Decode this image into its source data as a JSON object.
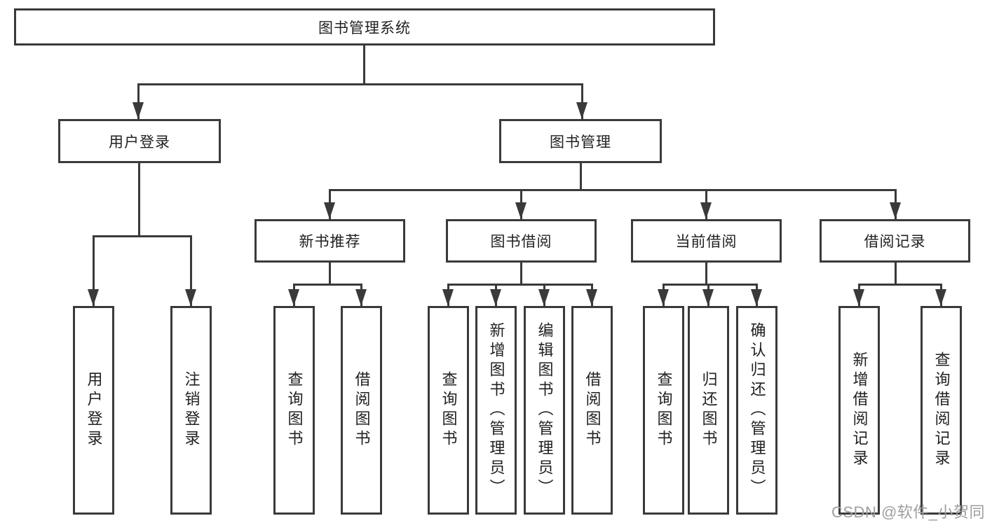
{
  "colors": {
    "line": "#3a3a3a",
    "text": "#212121",
    "watermark": "#9e9e9e",
    "background": "#ffffff"
  },
  "watermark": {
    "text": "CSDN @软件_小贺同学"
  },
  "diagram": {
    "type": "tree",
    "root": "图书管理系统",
    "branches": [
      {
        "label": "用户登录",
        "children": [
          {
            "label": "用户登录"
          },
          {
            "label": "注销登录"
          }
        ]
      },
      {
        "label": "图书管理",
        "children": [
          {
            "label": "新书推荐",
            "children": [
              {
                "label": "查询图书"
              },
              {
                "label": "借阅图书"
              }
            ]
          },
          {
            "label": "图书借阅",
            "children": [
              {
                "label": "查询图书"
              },
              {
                "label": "新增图书（管理员）"
              },
              {
                "label": "编辑图书（管理员）"
              },
              {
                "label": "借阅图书"
              }
            ]
          },
          {
            "label": "当前借阅",
            "children": [
              {
                "label": "查询图书"
              },
              {
                "label": "归还图书"
              },
              {
                "label": "确认归还（管理员）"
              }
            ]
          },
          {
            "label": "借阅记录",
            "children": [
              {
                "label": "新增借阅记录"
              },
              {
                "label": "查询借阅记录"
              }
            ]
          }
        ]
      }
    ]
  }
}
